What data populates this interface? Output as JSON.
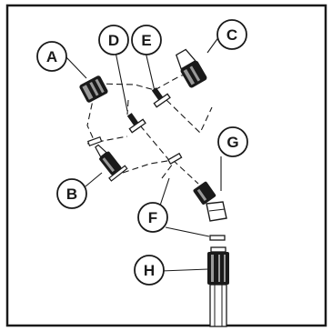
{
  "figure": {
    "callouts": {
      "A": "A",
      "B": "B",
      "C": "C",
      "D": "D",
      "E": "E",
      "F": "F",
      "G": "G",
      "H": "H"
    }
  }
}
